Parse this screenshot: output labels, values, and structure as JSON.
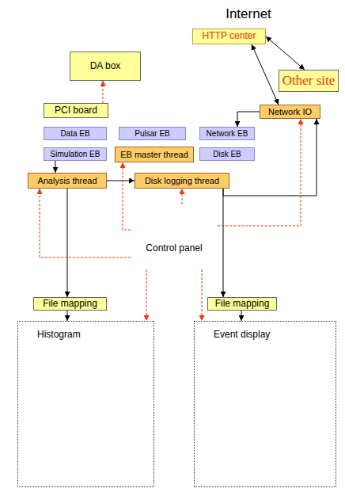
{
  "diagram": {
    "nodes": [
      {
        "text": [
          "DA box"
        ]
      },
      {
        "text": [
          "Internet"
        ]
      },
      {
        "text": [
          "HTTP center"
        ],
        "in": 1
      },
      {
        "text": [
          "Other site"
        ]
      },
      {
        "text": [
          "PCI  board"
        ]
      },
      {
        "text": [
          "Network IO"
        ]
      },
      {
        "text": [
          "Data EB"
        ]
      },
      {
        "text": [
          "Pulsar EB"
        ]
      },
      {
        "text": [
          "Network EB"
        ]
      },
      {
        "text": [
          "Simulation EB"
        ]
      },
      {
        "text": [
          "EB master thread"
        ]
      },
      {
        "text": [
          "Disk EB"
        ]
      },
      {
        "text": [
          "Analysis thread"
        ]
      },
      {
        "text": [
          "Disk logging thread"
        ]
      },
      {
        "text": [
          "Control panel"
        ]
      },
      {
        "text": [
          "File mapping"
        ]
      },
      {
        "text": [
          "File mapping"
        ]
      },
      {
        "text": [
          "Histogram"
        ]
      },
      {
        "text": [
          "Event display"
        ]
      }
    ],
    "edges": [
      {
        "from": 2,
        "to": 3,
        "arrow": "both"
      },
      {
        "from": 2,
        "to": 5,
        "arrow": "both"
      },
      {
        "from": 5,
        "to": 8,
        "arrow": "to"
      },
      {
        "from": 4,
        "to": 0,
        "arrow": "to"
      },
      {
        "from": 9,
        "to": 12,
        "arrow": "to"
      },
      {
        "from": 12,
        "to": 13,
        "arrow": "to"
      },
      {
        "from": 13,
        "to": 5,
        "arrow": "to"
      },
      {
        "from": 12,
        "to": 15,
        "arrow": "to"
      },
      {
        "from": 15,
        "to": 17,
        "arrow": "to"
      },
      {
        "from": 13,
        "to": 16,
        "arrow": "to"
      },
      {
        "from": 16,
        "to": 18,
        "arrow": "to"
      },
      {
        "from": 14,
        "to": 12,
        "arrow": "to"
      },
      {
        "from": 14,
        "to": 10,
        "arrow": "to"
      },
      {
        "from": 14,
        "to": 13,
        "arrow": "to"
      },
      {
        "from": 14,
        "to": 5,
        "arrow": "to"
      },
      {
        "from": 14,
        "to": 17,
        "arrow": "to"
      },
      {
        "from": 14,
        "to": 18,
        "arrow": "to"
      }
    ]
  }
}
